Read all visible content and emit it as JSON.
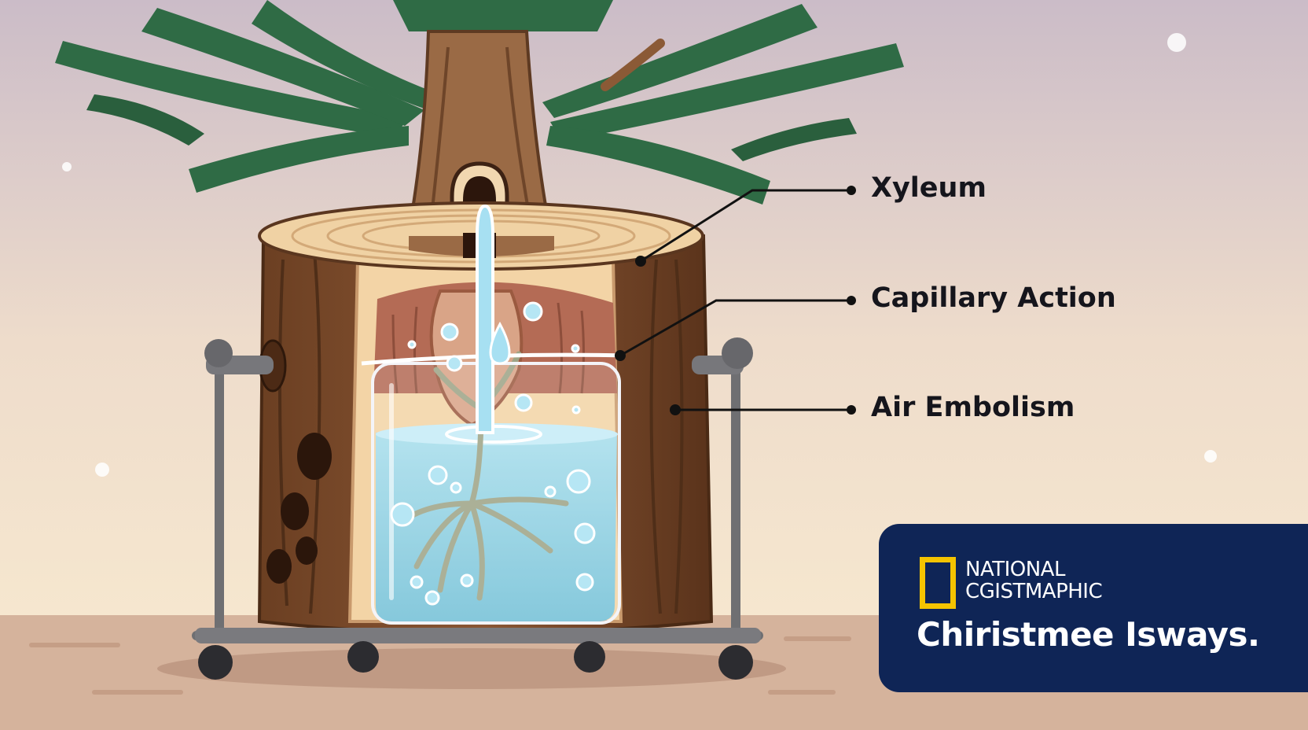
{
  "labels": {
    "xylem": "Xyleum",
    "capillary": "Capillary Action",
    "embolism": "Air Embolism"
  },
  "branding": {
    "line1": "NATIONAL",
    "line2": "CGISTMAPHIC",
    "tagline": "Chiristmee Isways."
  },
  "colors": {
    "sky_top": "#cbbcc8",
    "sky_bottom": "#f6e6cf",
    "ground": "#d5b39c",
    "bark": "#7d4e2e",
    "needles": "#2f6b45",
    "water": "#8fd3e6",
    "panel": "#0f2556",
    "logo_yellow": "#f5c400"
  }
}
